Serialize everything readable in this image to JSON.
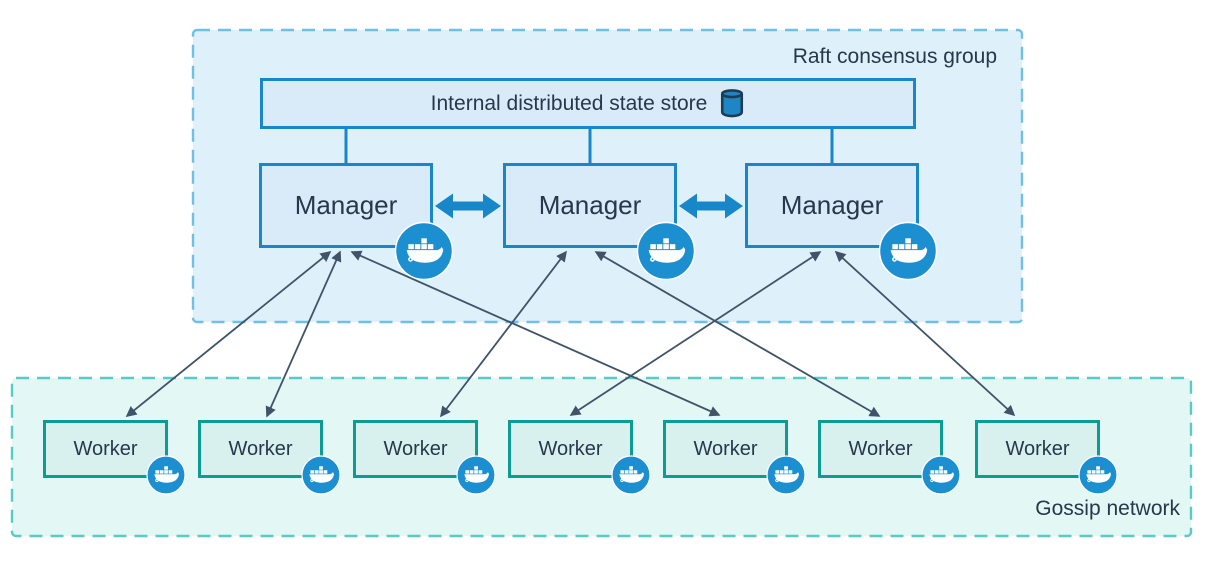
{
  "diagram": {
    "raft": {
      "label": "Raft consensus group",
      "store": {
        "label": "Internal distributed state store",
        "icon": "database-cylinder-icon"
      }
    },
    "gossip": {
      "label": "Gossip network"
    },
    "managers": [
      {
        "id": "manager-1",
        "label": "Manager",
        "badge": "docker-whale-icon"
      },
      {
        "id": "manager-2",
        "label": "Manager",
        "badge": "docker-whale-icon"
      },
      {
        "id": "manager-3",
        "label": "Manager",
        "badge": "docker-whale-icon"
      }
    ],
    "workers": [
      {
        "id": "worker-1",
        "label": "Worker",
        "badge": "docker-whale-icon"
      },
      {
        "id": "worker-2",
        "label": "Worker",
        "badge": "docker-whale-icon"
      },
      {
        "id": "worker-3",
        "label": "Worker",
        "badge": "docker-whale-icon"
      },
      {
        "id": "worker-4",
        "label": "Worker",
        "badge": "docker-whale-icon"
      },
      {
        "id": "worker-5",
        "label": "Worker",
        "badge": "docker-whale-icon"
      },
      {
        "id": "worker-6",
        "label": "Worker",
        "badge": "docker-whale-icon"
      },
      {
        "id": "worker-7",
        "label": "Worker",
        "badge": "docker-whale-icon"
      }
    ],
    "edges": {
      "style": "bidirectional",
      "store_to_managers": [
        "manager-1",
        "manager-2",
        "manager-3"
      ],
      "manager_peers": [
        [
          "manager-1",
          "manager-2"
        ],
        [
          "manager-2",
          "manager-3"
        ]
      ],
      "manager_to_workers": [
        [
          "manager-1",
          "worker-1"
        ],
        [
          "manager-1",
          "worker-2"
        ],
        [
          "manager-1",
          "worker-5"
        ],
        [
          "manager-2",
          "worker-3"
        ],
        [
          "manager-2",
          "worker-6"
        ],
        [
          "manager-3",
          "worker-4"
        ],
        [
          "manager-3",
          "worker-7"
        ]
      ]
    },
    "colors": {
      "raft_fill": "#def0fa",
      "raft_border": "#6fc0e7",
      "node_blue_fill": "#d9ebf8",
      "node_blue_border": "#1787c9",
      "gossip_fill": "#e3f7f4",
      "gossip_border": "#58ccc4",
      "worker_fill": "#d8f1ee",
      "worker_border": "#0d9c94",
      "text": "#26384b",
      "thin_arrow": "#3f5468",
      "thick_arrow": "#1787c9",
      "docker_badge": "#1b8fd0"
    }
  }
}
